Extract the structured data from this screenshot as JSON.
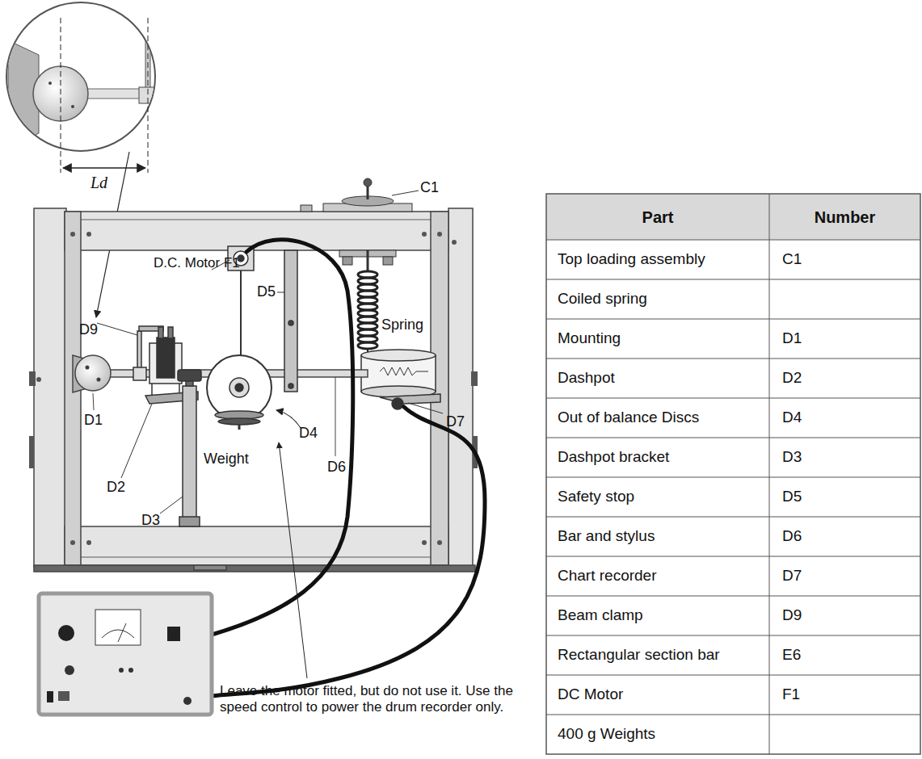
{
  "diagram": {
    "labels": [
      "Ld",
      "C1",
      "D.C. Motor F1",
      "D5",
      "Spring",
      "D9",
      "D1",
      "D2",
      "D4",
      "D3",
      "Weight",
      "D6",
      "D7",
      "Leave the motor fitted, but do not use it. Use the speed control to power the drum recorder only.",
      "Part",
      "Number",
      "Top loading assembly",
      "C1",
      "Coiled spring",
      "Mounting",
      "D1",
      "Dashpot",
      "D2",
      "Out of balance Discs",
      "D4",
      "Dashpot bracket",
      "D3",
      "Safety stop",
      "D5",
      "Bar and stylus",
      "D6",
      "Chart recorder",
      "D7",
      "Beam clamp",
      "D9",
      "Rectangular section bar",
      "E6",
      "DC Motor",
      "F1",
      "400 g Weights"
    ]
  }
}
